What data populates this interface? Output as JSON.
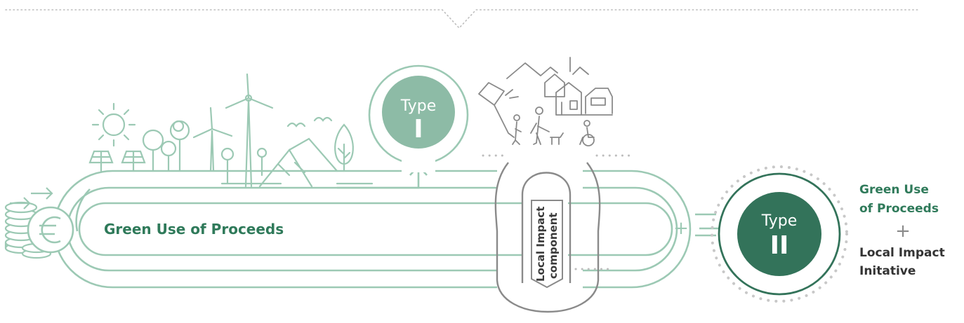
{
  "colors": {
    "light_green": "#9cc9b4",
    "mid_green": "#8dbba6",
    "dark_green": "#33735a",
    "text_green": "#2f7a5a",
    "dots_grey": "#bdbdbd",
    "outline_grey": "#8a8a8a"
  },
  "type1": {
    "word": "Type",
    "numeral": "I"
  },
  "type2": {
    "word": "Type",
    "numeral": "II"
  },
  "track": {
    "label": "Green Use of Proceeds"
  },
  "component": {
    "line1": "Local Impact",
    "line2": "component"
  },
  "result": {
    "line1": "Green Use",
    "line2": "of Proceeds",
    "plus": "+",
    "line3": "Local Impact",
    "line4": "Initative"
  },
  "plus_sign": "+",
  "icons": [
    "coins-icon",
    "euro-icon",
    "sun-icon",
    "solar-panel-icon",
    "tree-icon",
    "wind-turbine-icon",
    "mountain-icon",
    "birds-icon",
    "houses-icon",
    "people-icon",
    "kite-icon",
    "wheelchair-icon",
    "dog-icon"
  ]
}
